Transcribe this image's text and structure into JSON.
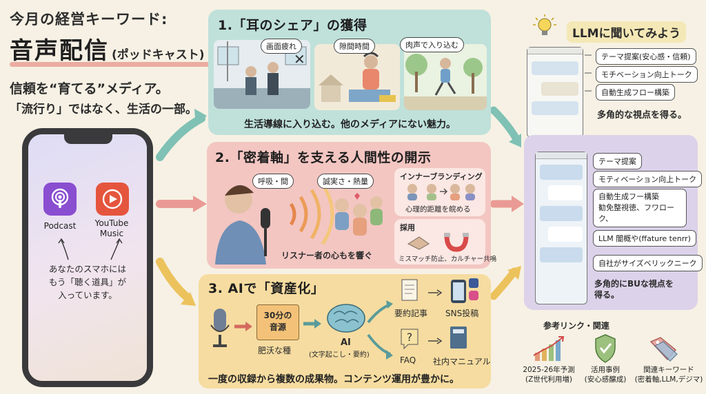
{
  "header": {
    "kicker": "今月の経営キーワード:",
    "title": "音声配信",
    "title_sub": "(ポッドキャスト)",
    "tagline1": "信頼を“育てる”メディア。",
    "tagline2": "「流行り」ではなく、生活の一部。"
  },
  "phone": {
    "apps": [
      {
        "label": "Podcast",
        "icon": "podcast-icon"
      },
      {
        "label": "YouTube Music",
        "label_line1": "YouTube",
        "label_line2": "Music",
        "icon": "play-icon"
      }
    ],
    "caption_line1": "あなたのスマホには",
    "caption_line2": "もう「聴く道具」が",
    "caption_line3": "入っています。"
  },
  "section1": {
    "title": "1.「耳のシェア」の獲得",
    "bubbles": [
      "画面疲れ",
      "隙間時間",
      "肉声で入り込む"
    ],
    "footer": "生活導線に入り込む。他のメディアにない魅力。"
  },
  "section2": {
    "title": "2.「密着軸」を支える人間性の開示",
    "bubbles": [
      "呼吸・間",
      "誠実さ・熱量"
    ],
    "listener_caption": "リスナー者の心もを響ぐ",
    "branding_title": "インナーブランディング",
    "branding_caption": "心理的距離を皖める",
    "hiring_title": "採用",
    "hiring_caption": "ミスマッチ防止、カルチャー共鳴"
  },
  "section3": {
    "title": "3. AIで「資産化」",
    "folder_line1": "30分の",
    "folder_line2": "音源",
    "seed_caption": "肥沃な種",
    "ai_label": "AI",
    "ai_caption": "(文字起こし・要約)",
    "outputs": [
      "要約記事",
      "SNS投稿",
      "FAQ",
      "社内マニュアル"
    ],
    "footer": "一度の収録から複数の成果物。コンテンツ運用が豊かに。"
  },
  "llm": {
    "title": "LLMに聞いてみよう",
    "chips": [
      "テーマ提案(安心感・信頼)",
      "モチベーション向上トーク",
      "自動生成フロー構築"
    ],
    "note": "多角的な視点を得る。",
    "chips2": [
      "テーマ提案",
      "モティベーション向上トーク",
      "自動生成フー構築",
      "勧免整視徳、フワローク、",
      "LLM 闇概や(ffature tenrr)",
      "自社がサイズベリックニーク"
    ],
    "note2_line1": "多角的にBUな視点を",
    "note2_line2": "得る。"
  },
  "references": {
    "title": "参考リンク・関連",
    "items": [
      {
        "line1": "2025-26年予測",
        "line2": "(Z世代利用増)",
        "icon": "bar-chart-icon"
      },
      {
        "line1": "活用事例",
        "line2": "(安心感醸成)",
        "icon": "shield-check-icon"
      },
      {
        "line1": "関連キーワード",
        "line2": "(密着軸,LLM,デジマ)",
        "icon": "tag-icon"
      }
    ]
  },
  "colors": {
    "background": "#f6f1e4",
    "panel1": "#bfe1da",
    "panel2": "#f3c6c2",
    "panel3": "#f6dca0",
    "panel4": "#dcd2ea",
    "accent_underline": "#e89b90",
    "arrow_teal": "#7fc1b4",
    "arrow_pink": "#ea9a94",
    "arrow_yellow": "#ecc25c"
  }
}
